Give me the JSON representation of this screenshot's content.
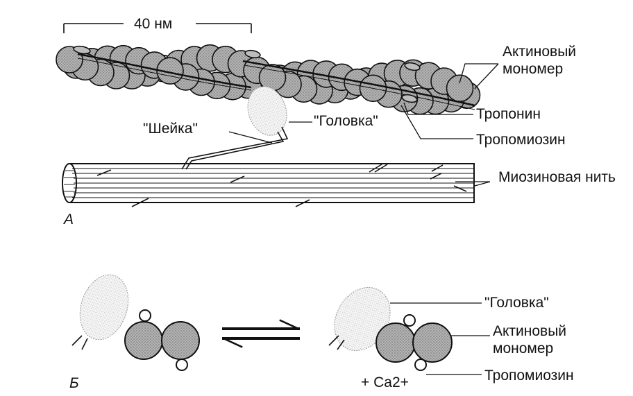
{
  "scale_bar": {
    "label": "40 нм"
  },
  "panel_a": {
    "panel_label": "А",
    "labels": {
      "actin_monomer": "Актиновый мономер",
      "troponin": "Тропонин",
      "tropomyosin": "Тропомиозин",
      "neck": "\"Шейка\"",
      "head": "\"Головка\"",
      "myosin_filament": "Миозиновая нить"
    }
  },
  "panel_b": {
    "panel_label": "Б",
    "labels": {
      "head": "\"Головка\"",
      "actin_monomer": "Актиновый мономер",
      "tropomyosin": "Тропомиозин",
      "calcium": "+ Ca2+"
    }
  },
  "colors": {
    "ink": "#111111",
    "monomer_fill": "#a9a9a9",
    "head_fill": "#ececec",
    "background": "#ffffff"
  }
}
